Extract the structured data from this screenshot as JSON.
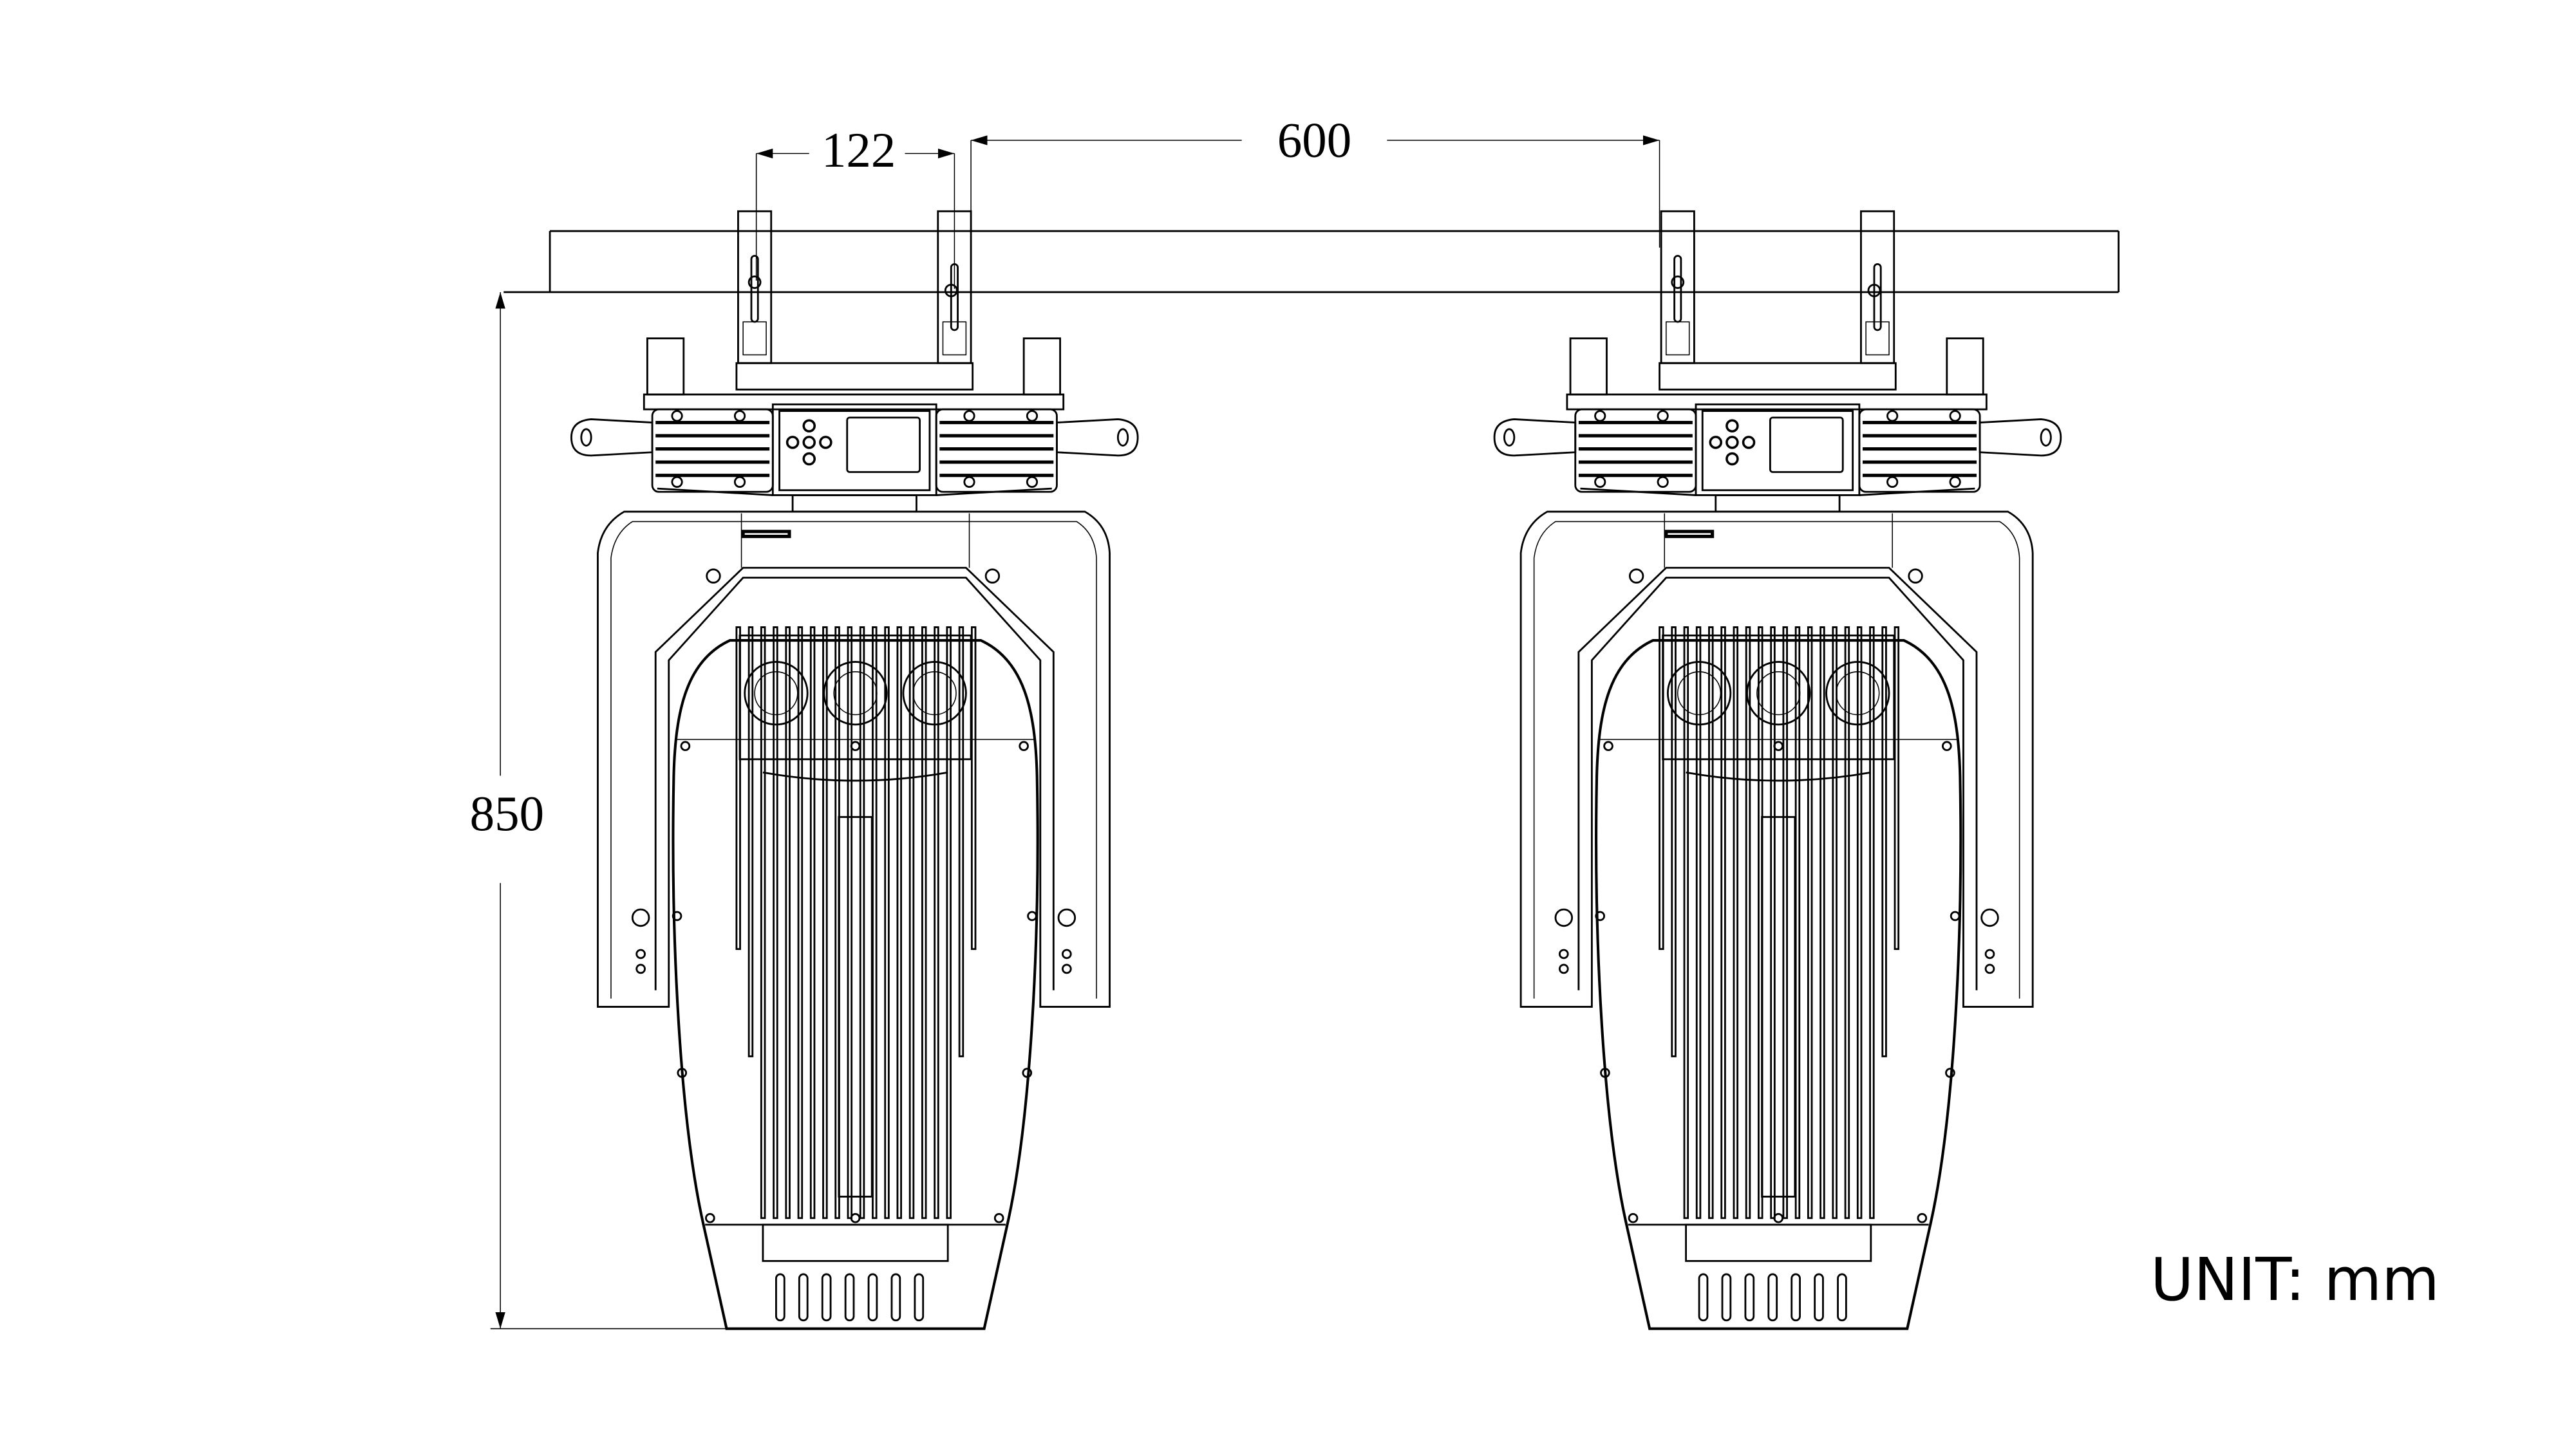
{
  "drawing": {
    "dimensions": {
      "clamp_spacing": "122",
      "fixture_spacing": "600",
      "height": "850"
    },
    "unit_label": "UNIT: mm",
    "fixture_count": 2,
    "line_color": "#000000",
    "background_color": "#ffffff"
  }
}
